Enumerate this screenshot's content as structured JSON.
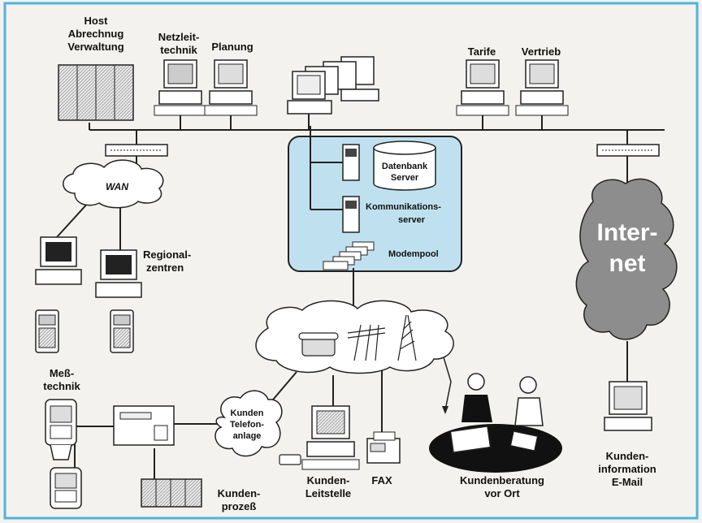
{
  "colors": {
    "frame": "#4fb4dc",
    "server_box": "#bfe1ef",
    "internet_cloud": "#8d8d8d",
    "line": "#222222"
  },
  "labels": {
    "host": [
      "Host",
      "Abrechnug",
      "Verwaltung"
    ],
    "netzleittechnik": [
      "Netzleit-",
      "technik"
    ],
    "planung": "Planung",
    "tarife": "Tarife",
    "vertrieb": "Vertrieb",
    "wan": "WAN",
    "regionalzentren": [
      "Regional-",
      "zentren"
    ],
    "datenbank_server": [
      "Datenbank",
      "Server"
    ],
    "kommunikationsserver": [
      "Kommunikations-",
      "server"
    ],
    "modempool": "Modempool",
    "internet": [
      "Inter-",
      "net"
    ],
    "messtechnik": [
      "Meß-",
      "technik"
    ],
    "kunden_telefonanlage": [
      "Kunden",
      "Telefon-",
      "anlage"
    ],
    "kundenprozess": [
      "Kunden-",
      "prozeß"
    ],
    "kundenleitstelle": [
      "Kunden-",
      "Leitstelle"
    ],
    "fax": "FAX",
    "kundenberatung": [
      "Kundenberatung",
      "vor Ort"
    ],
    "kundeninformation": [
      "Kunden-",
      "information",
      "E-Mail"
    ]
  }
}
